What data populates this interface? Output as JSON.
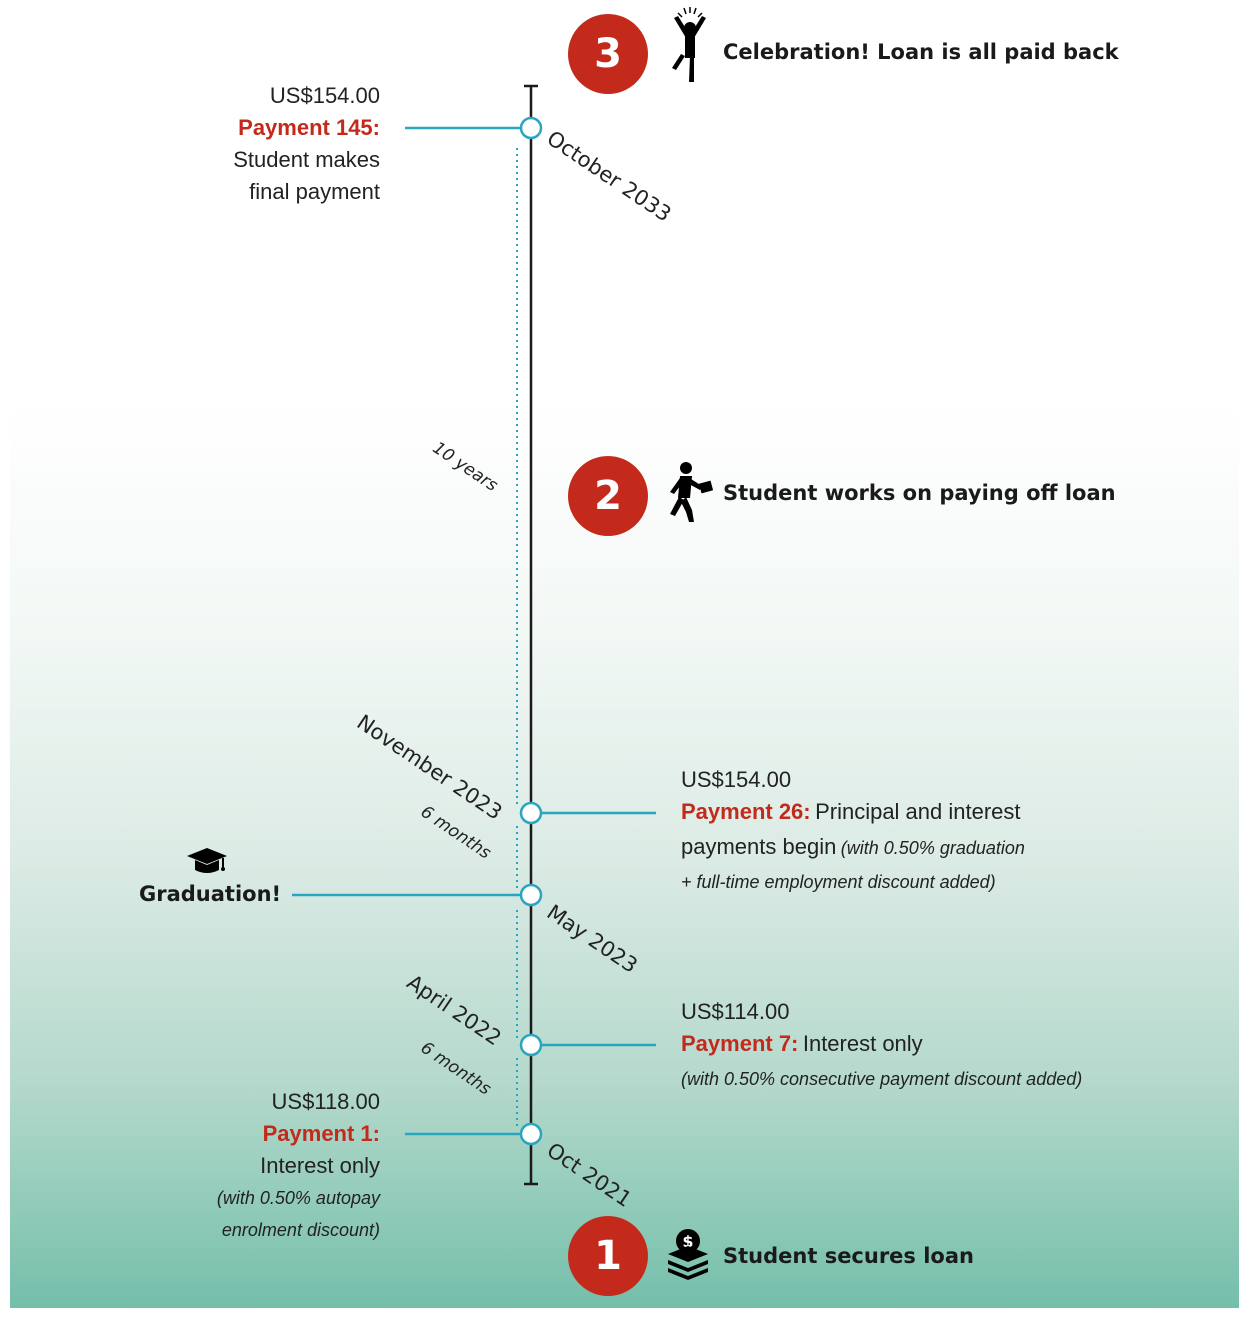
{
  "stages": [
    {
      "number": "3",
      "title": "Celebration! Loan is all paid back",
      "icon": "celebrating-person-icon"
    },
    {
      "number": "2",
      "title": "Student works on paying off loan",
      "icon": "walking-person-with-briefcase-icon"
    },
    {
      "number": "1",
      "title": "Student secures loan",
      "icon": "money-stack-icon"
    }
  ],
  "milestones": {
    "final": {
      "date": "October 2033",
      "amount": "US$154.00",
      "payment": "Payment 145:",
      "desc_line1": "Student makes",
      "desc_line2": "final payment"
    },
    "payment26": {
      "date": "November 2023",
      "amount": "US$154.00",
      "payment": "Payment 26:",
      "desc": "Principal and interest",
      "desc2": "payments begin",
      "note": "(with 0.50% graduation",
      "note2": "+ full-time employment discount added)"
    },
    "graduation": {
      "date": "May 2023",
      "label": "Graduation!",
      "icon": "graduation-cap-icon"
    },
    "payment7": {
      "date": "April 2022",
      "amount": "US$114.00",
      "payment": "Payment 7:",
      "desc": "Interest only",
      "note": "(with 0.50% consecutive payment discount added)"
    },
    "payment1": {
      "date": "Oct 2021",
      "amount": "US$118.00",
      "payment": "Payment 1:",
      "desc": "Interest only",
      "note": "(with 0.50% autopay",
      "note2": "enrolment discount)"
    }
  },
  "spans": {
    "long": "10 years",
    "grace1": "6 months",
    "grace2": "6 months"
  },
  "colors": {
    "accent_red": "#c42a1c",
    "teal": "#2aa5bf",
    "gradient_bottom": "#74bfaa"
  }
}
